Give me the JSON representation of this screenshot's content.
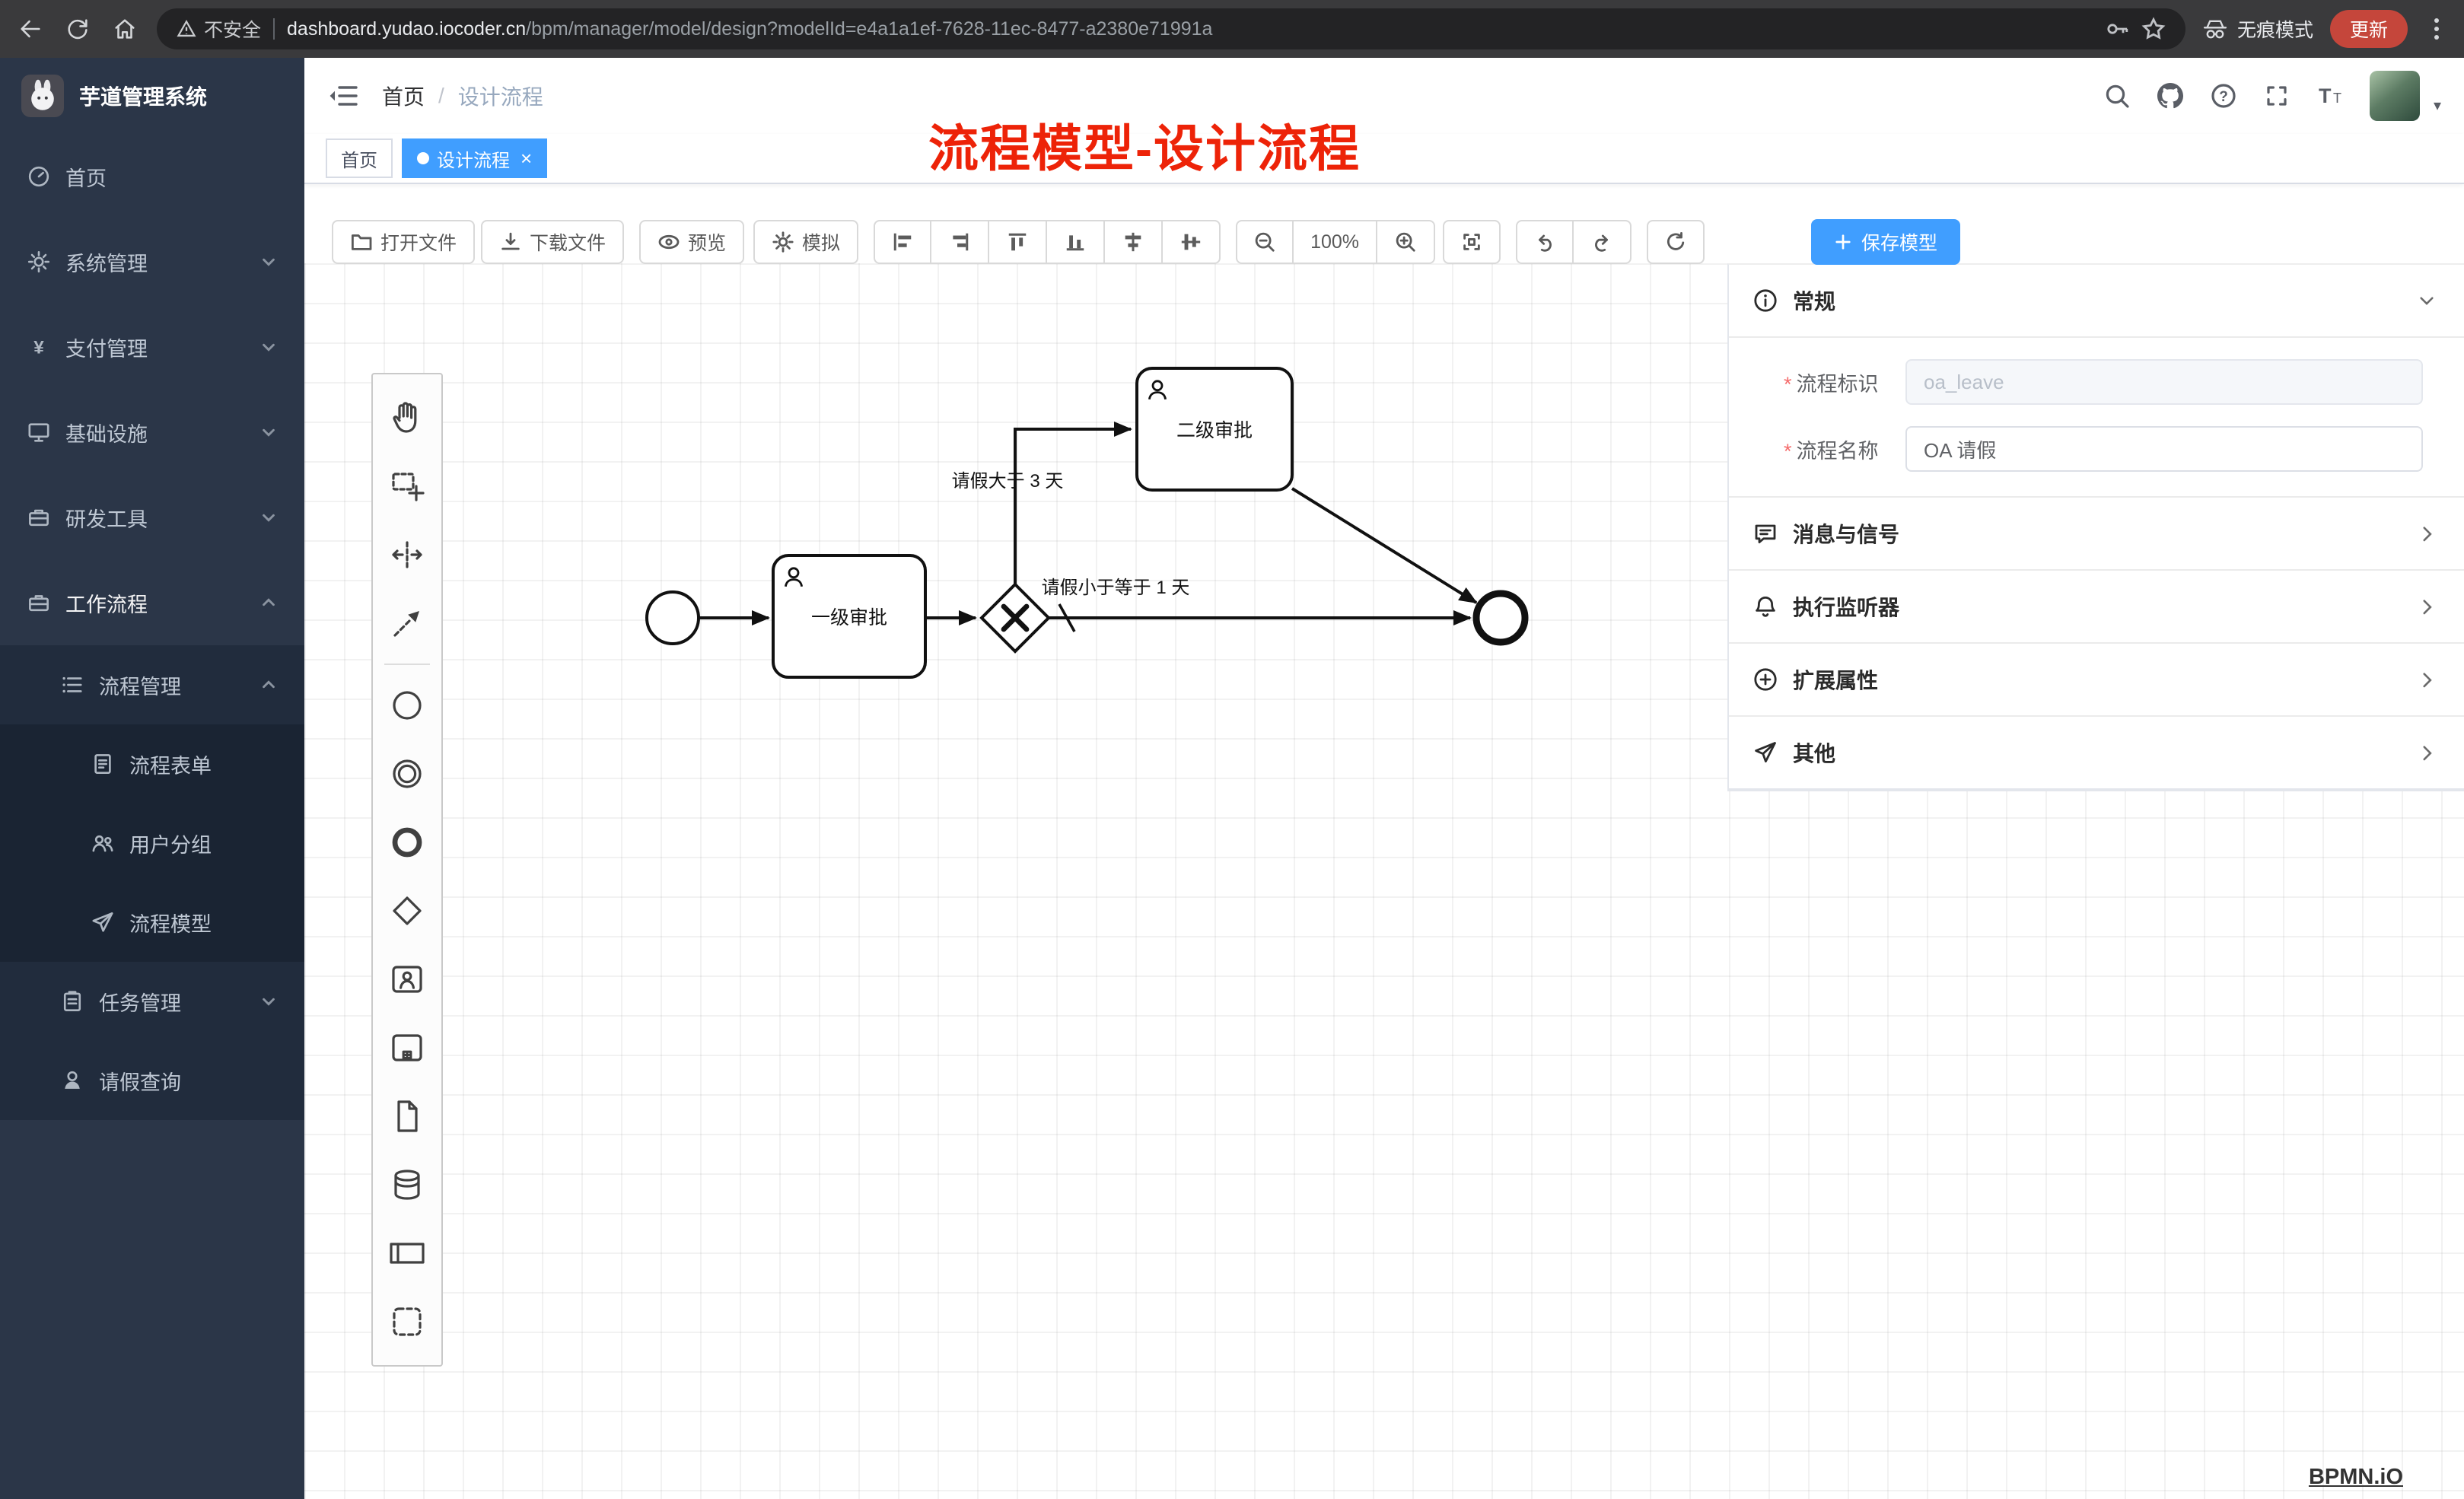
{
  "browser": {
    "security": "不安全",
    "domain": "dashboard.yudao.iocoder.cn",
    "path": "/bpm/manager/model/design?modelId=e4a1a1ef-7628-11ec-8477-a2380e71991a",
    "incognito": "无痕模式",
    "update": "更新"
  },
  "icons": {
    "help": "?",
    "yen": "¥",
    "font_large": "T",
    "font_small": "T",
    "tab_close": "×",
    "avatar_caret": "▾",
    "search": "magnifier",
    "github": "octocat",
    "fullscreen": "expand-corners",
    "back": "arrow-left",
    "reload": "circular-arrow",
    "home": "house",
    "key": "key",
    "star": "star-outline",
    "incognito": "hat-and-glasses",
    "menu": "vertical-ellipsis"
  },
  "sidebar": {
    "logo": "芋道管理系统",
    "items": [
      {
        "label": "首页"
      },
      {
        "label": "系统管理"
      },
      {
        "label": "支付管理"
      },
      {
        "label": "基础设施"
      },
      {
        "label": "研发工具"
      },
      {
        "label": "工作流程"
      },
      {
        "label": "流程管理"
      },
      {
        "label": "流程表单"
      },
      {
        "label": "用户分组"
      },
      {
        "label": "流程模型"
      },
      {
        "label": "任务管理"
      },
      {
        "label": "请假查询"
      }
    ]
  },
  "header": {
    "breadcrumb_home": "首页",
    "breadcrumb_sep": "/",
    "breadcrumb_current": "设计流程",
    "annotation": "流程模型-设计流程"
  },
  "tabs": [
    {
      "label": "首页"
    },
    {
      "label": "设计流程"
    }
  ],
  "toolbar": {
    "open": "打开文件",
    "download": "下载文件",
    "preview": "预览",
    "simulate": "模拟",
    "zoom": "100%",
    "save": "保存模型"
  },
  "diagram": {
    "task1": "一级审批",
    "task2": "二级审批",
    "label_gt3": "请假大于 3 天",
    "label_le1": "请假小于等于 1 天"
  },
  "panel": {
    "general": "常规",
    "required_mark": "*",
    "field_key_label": "流程标识",
    "field_key_value": "oa_leave",
    "field_name_label": "流程名称",
    "field_name_value": "OA 请假",
    "sections": [
      {
        "label": "消息与信号"
      },
      {
        "label": "执行监听器"
      },
      {
        "label": "扩展属性"
      },
      {
        "label": "其他"
      }
    ]
  },
  "watermark": "BPMN.iO"
}
